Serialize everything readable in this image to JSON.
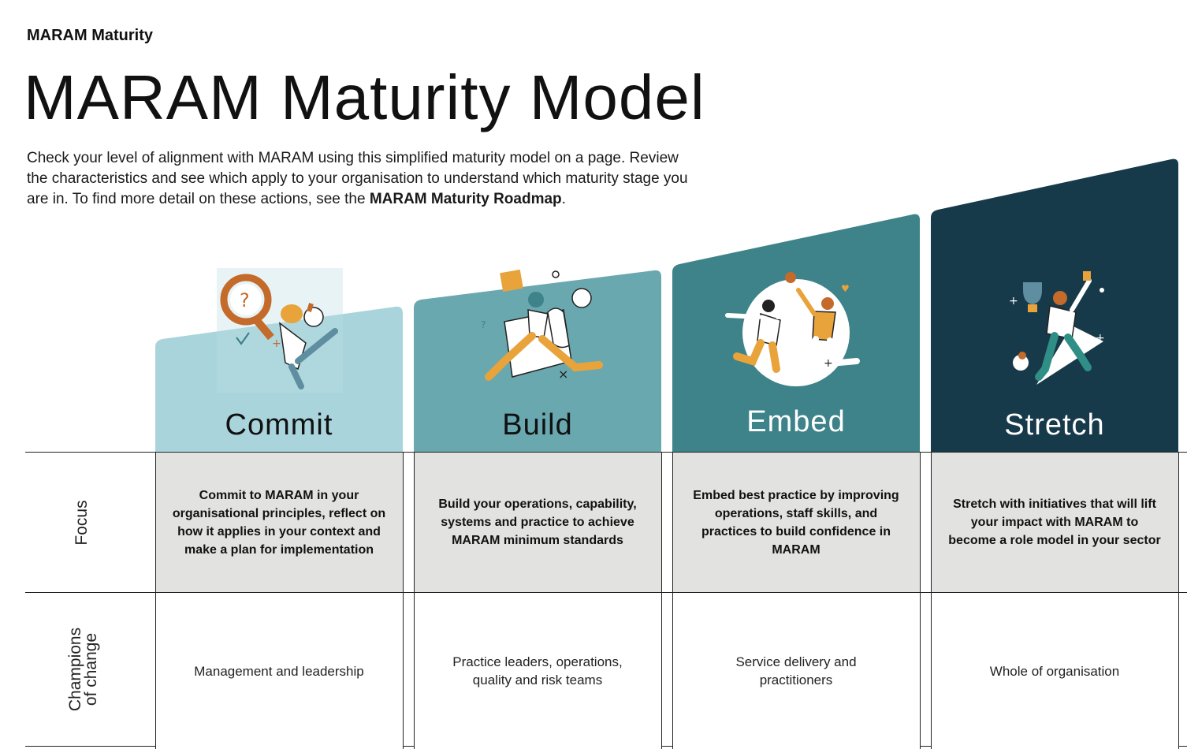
{
  "header": {
    "eyebrow": "MARAM Maturity",
    "title": "MARAM Maturity Model",
    "intro_text": "Check your level of alignment with MARAM using this simplified maturity model on a page. Review the characteristics and see which apply to your organisation to understand which maturity stage you are in. To find more detail on these actions, see the ",
    "intro_link": "MARAM Maturity Roadmap",
    "intro_end": "."
  },
  "rows": {
    "focus_label": "Focus",
    "champions_label_line1": "Champions",
    "champions_label_line2": "of change"
  },
  "stages": [
    {
      "name": "Commit",
      "color": "#a9d4dc",
      "text_color": "#111111",
      "focus": "Commit to MARAM in your organisational principles, reflect on how it applies in your context and make a plan for implementation",
      "champions": "Management and leadership",
      "illustration": "person-with-magnifying-glass-illustration"
    },
    {
      "name": "Build",
      "color": "#6aa8b0",
      "text_color": "#111111",
      "focus": "Build your operations, capability, systems and practice to achieve MARAM minimum standards",
      "champions": "Practice leaders, operations, quality and risk teams",
      "illustration": "person-with-puzzle-pieces-illustration"
    },
    {
      "name": "Embed",
      "color": "#3d8389",
      "text_color": "#ffffff",
      "focus": "Embed best practice by improving operations, staff skills, and practices to build confidence in MARAM",
      "champions": "Service delivery and practitioners",
      "illustration": "two-people-high-five-illustration"
    },
    {
      "name": "Stretch",
      "color": "#173a4a",
      "text_color": "#ffffff",
      "focus": "Stretch with initiatives that will lift your impact with MARAM to become a role model in your sector",
      "champions": "Whole of organisation",
      "illustration": "person-holding-trophy-illustration"
    }
  ]
}
